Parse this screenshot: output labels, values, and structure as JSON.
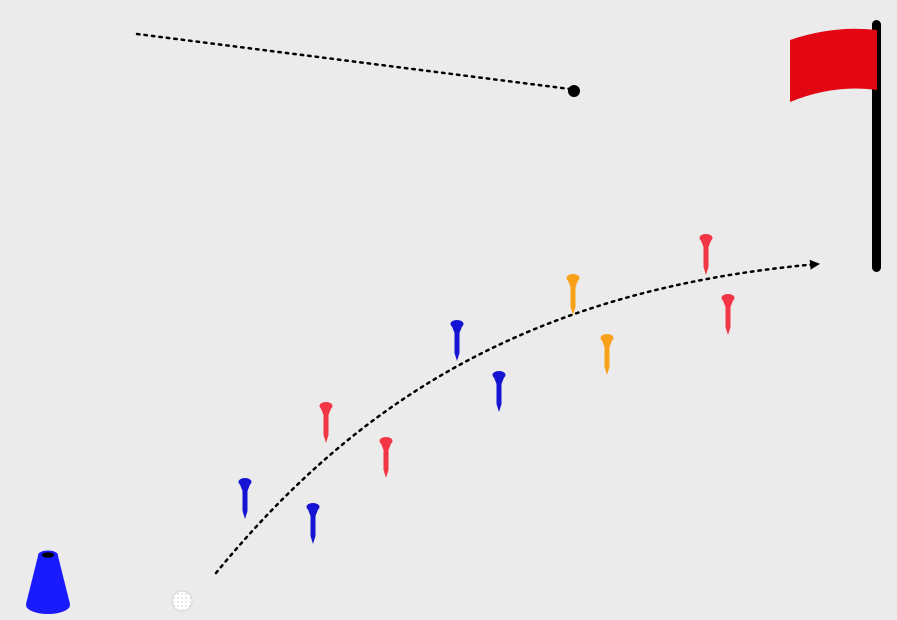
{
  "colors": {
    "background": "#ebebeb",
    "flag": "#e30613",
    "pole": "#000000",
    "tee_blue": "#1414d2",
    "tee_red": "#f23645",
    "tee_orange": "#f9a11b",
    "cone": "#1a1aff",
    "ball": "#ffffff",
    "path": "#000000"
  },
  "elements": {
    "cone": {
      "icon": "cone-icon"
    },
    "ball": {
      "icon": "golf-ball-icon"
    },
    "flag": {
      "icon": "flag-icon"
    },
    "tees": [
      {
        "color": "blue"
      },
      {
        "color": "blue"
      },
      {
        "color": "red"
      },
      {
        "color": "red"
      },
      {
        "color": "blue"
      },
      {
        "color": "blue"
      },
      {
        "color": "orange"
      },
      {
        "color": "orange"
      },
      {
        "color": "red"
      },
      {
        "color": "red"
      }
    ],
    "paths": {
      "shot": {
        "style": "dotted",
        "arrow": true
      },
      "legend_line": {
        "style": "dotted",
        "end_marker": "dot"
      }
    }
  }
}
